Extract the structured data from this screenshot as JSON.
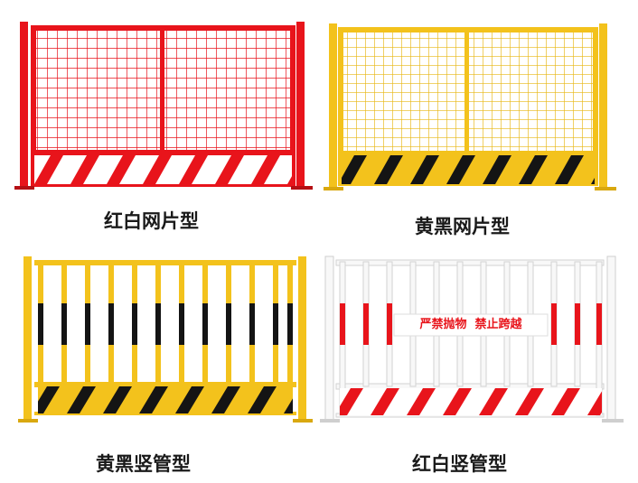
{
  "products": [
    {
      "id": "red-white-mesh",
      "caption": "红白网片型",
      "frame_color": "#e8141b",
      "stripe_color": "#e8141b"
    },
    {
      "id": "yellow-black-mesh",
      "caption": "黄黑网片型",
      "frame_color": "#f3c21c",
      "stripe_color": "#141414"
    },
    {
      "id": "yellow-black-tube",
      "caption": "黄黑竖管型",
      "frame_color": "#f3c21c",
      "stripe_color": "#141414"
    },
    {
      "id": "red-white-tube",
      "caption": "红白竖管型",
      "frame_color": "#f6f6f6",
      "stripe_color": "#e8141b",
      "sign_text": "严禁抛物  禁止跨越"
    }
  ]
}
